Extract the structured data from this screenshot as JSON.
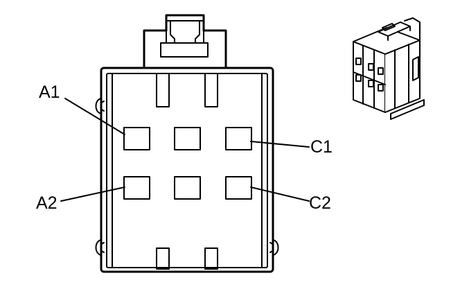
{
  "colors": {
    "line": "#000000",
    "background": "#ffffff"
  },
  "pins": {
    "a1": "A1",
    "a2": "A2",
    "c1": "C1",
    "c2": "C2"
  }
}
